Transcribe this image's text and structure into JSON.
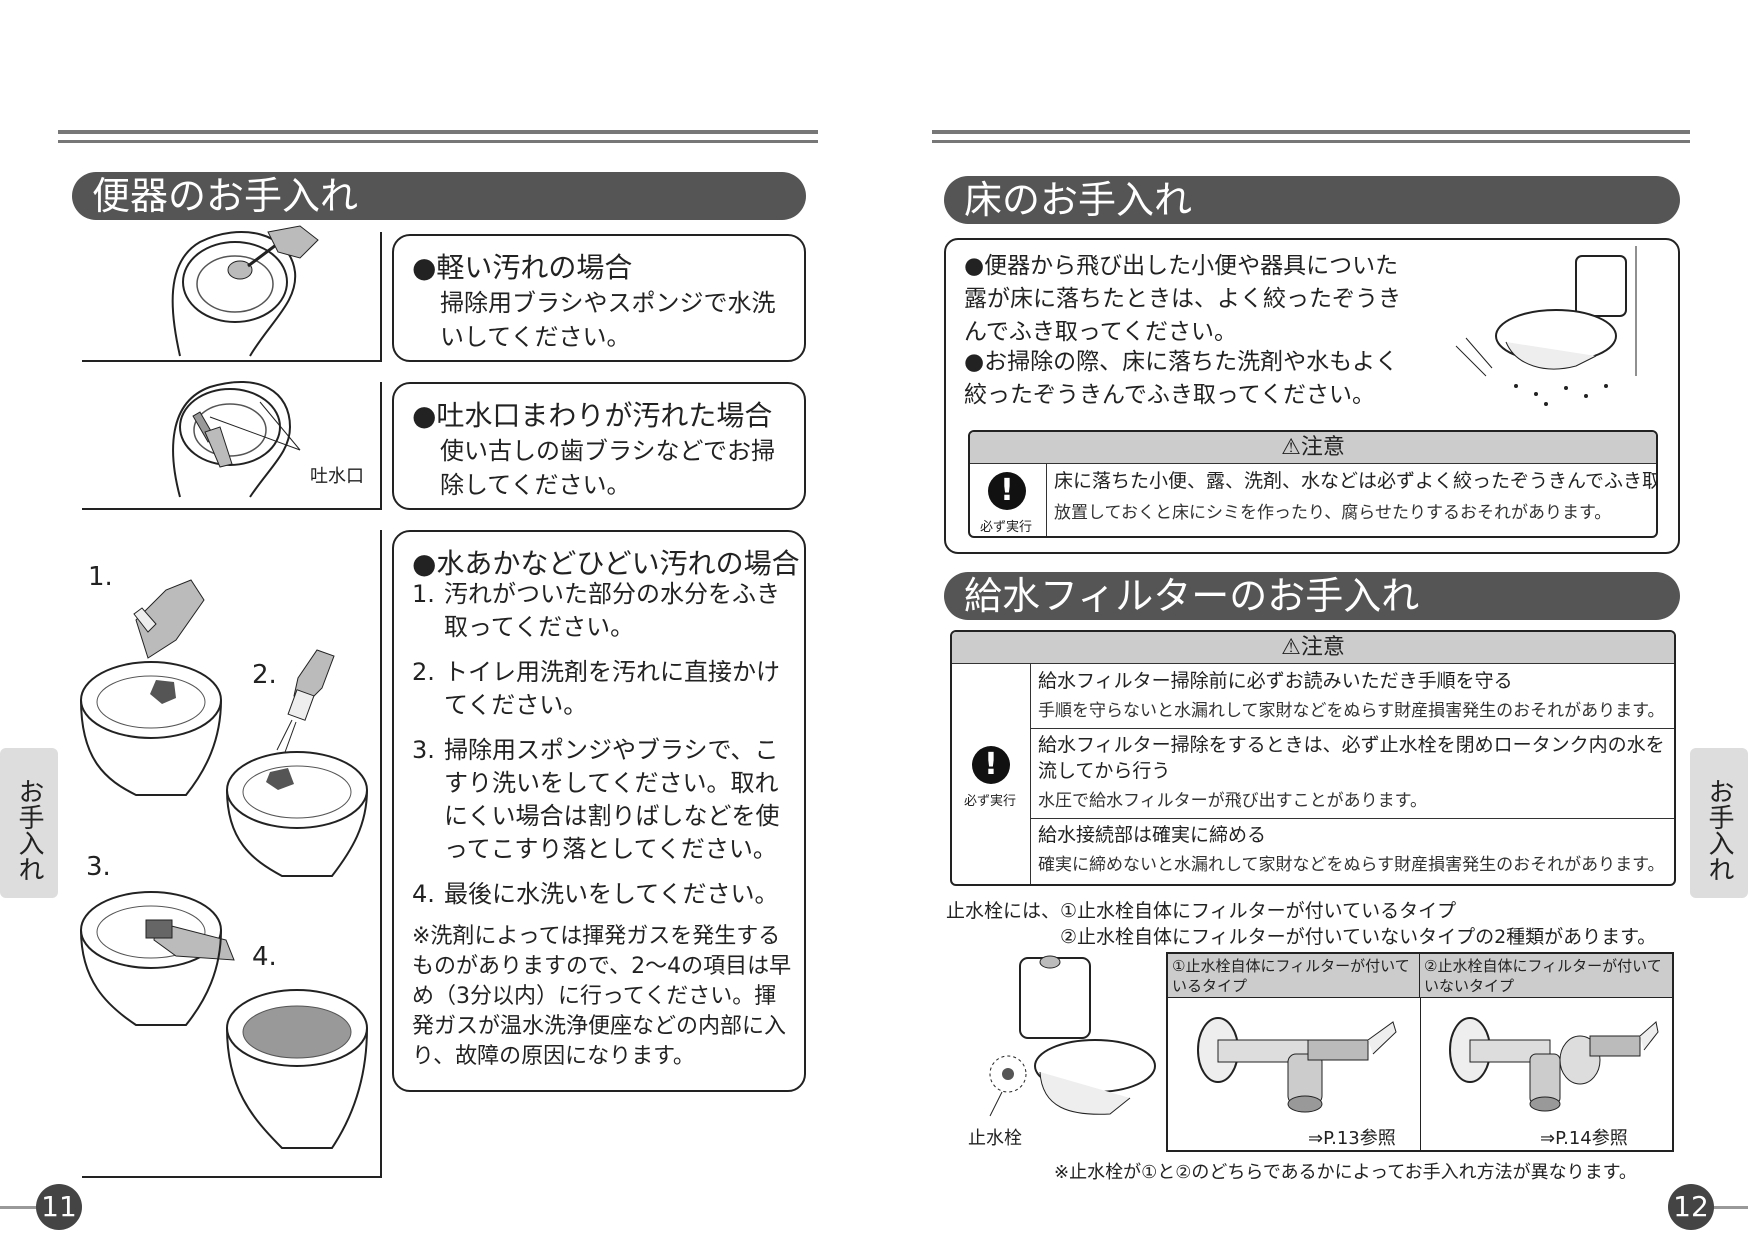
{
  "left": {
    "section_title": "便器のお手入れ",
    "label_outlet": "吐水口",
    "box1": {
      "title": "●軽い汚れの場合",
      "text": "掃除用ブラシやスポンジで水洗いしてください。"
    },
    "box2": {
      "title": "●吐水口まわりが汚れた場合",
      "text": "使い古しの歯ブラシなどでお掃除してください。"
    },
    "box3": {
      "title": "●水あかなどひどい汚れの場合",
      "steps": [
        {
          "num": "1.",
          "text": "汚れがついた部分の水分をふき取ってください。"
        },
        {
          "num": "2.",
          "text": "トイレ用洗剤を汚れに直接かけてください。"
        },
        {
          "num": "3.",
          "text": "掃除用スポンジやブラシで、こすり洗いをしてください。取れにくい場合は割りばしなどを使ってこすり落としてください。"
        },
        {
          "num": "4.",
          "text": "最後に水洗いをしてください。"
        }
      ],
      "note": "※洗剤によっては揮発ガスを発生するものがありますので、2〜4の項目は早め（3分以内）に行ってください。揮発ガスが温水洗浄便座などの内部に入り、故障の原因になります。"
    },
    "illus_labels": [
      "1.",
      "2.",
      "3.",
      "4."
    ],
    "side_tab": "お手入れ",
    "page_number": "11"
  },
  "right": {
    "floor_title": "床のお手入れ",
    "floor_bullets": [
      "●便器から飛び出した小便や器具についた露が床に落ちたときは、よく絞ったぞうきんでふき取ってください。",
      "●お掃除の際、床に落ちた洗剤や水もよく絞ったぞうきんでふき取ってください。"
    ],
    "caution_header": "⚠注意",
    "must_label": "必ず実行",
    "floor_caution": {
      "main": "床に落ちた小便、露、洗剤、水などは必ずよく絞ったぞうきんでふき取る",
      "sub": "放置しておくと床にシミを作ったり、腐らせたりするおそれがあります。"
    },
    "filter_title": "給水フィルターのお手入れ",
    "filter_caution": [
      {
        "main": "給水フィルター掃除前に必ずお読みいただき手順を守る",
        "sub": "手順を守らないと水漏れして家財などをぬらす財産損害発生のおそれがあります。"
      },
      {
        "main": "給水フィルター掃除をするときは、必ず止水栓を閉めロータンク内の水を流してから行う",
        "sub": "水圧で給水フィルターが飛び出すことがあります。"
      },
      {
        "main": "給水接続部は確実に締める",
        "sub": "確実に締めないと水漏れして家財などをぬらす財産損害発生のおそれがあります。"
      }
    ],
    "types_line1": "止水栓には、①止水栓自体にフィルターが付いているタイプ",
    "types_line2": "②止水栓自体にフィルターが付いていないタイプの2種類があります。",
    "valve_label": "止水栓",
    "type1_header": "①止水栓自体にフィルターが付いているタイプ",
    "type2_header": "②止水栓自体にフィルターが付いていないタイプ",
    "type1_ref": "⇒P.13参照",
    "type2_ref": "⇒P.14参照",
    "footnote": "※止水栓が①と②のどちらであるかによってお手入れ方法が異なります。",
    "side_tab": "お手入れ",
    "page_number": "12"
  }
}
